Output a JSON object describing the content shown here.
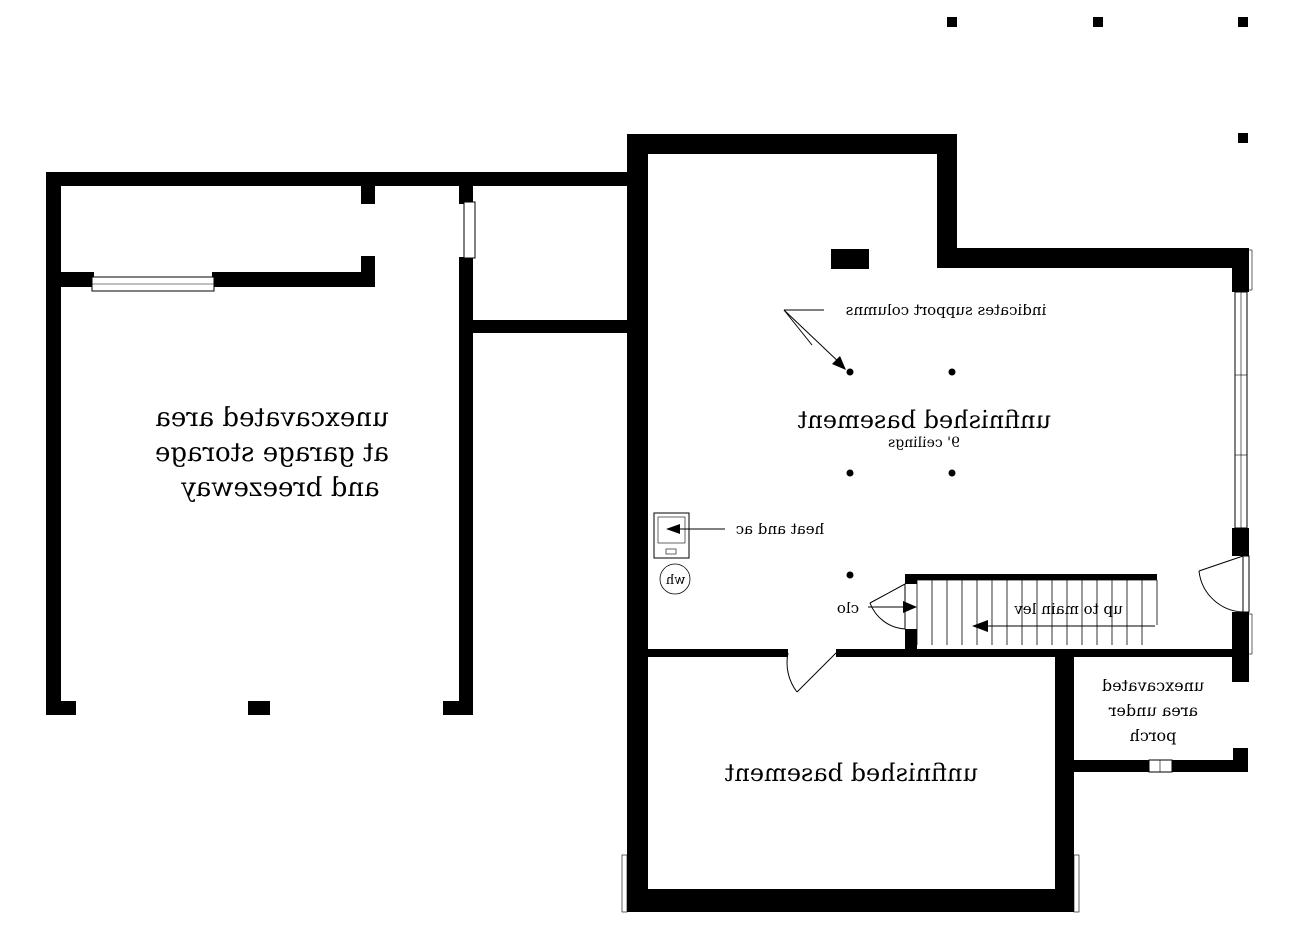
{
  "labels": {
    "garage_area": [
      "unexcavated area",
      "at garage storage",
      "and breezeway"
    ],
    "main_basement": "unfinished basement",
    "ceilings": "9' ceilings",
    "support_columns": "indicates support columns",
    "heat_ac": "heat and ac",
    "water_heater": "wh",
    "closet": "clo",
    "stairs": "up to main lev",
    "lower_basement": "unfinished basement",
    "porch_area": [
      "unexcavated",
      "area under",
      "porch"
    ]
  }
}
